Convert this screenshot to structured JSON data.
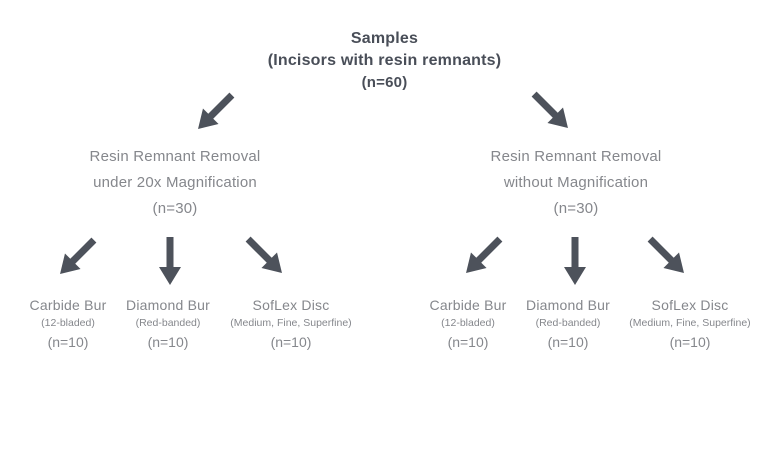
{
  "colors": {
    "heading": "#494e58",
    "body_text": "#85878c",
    "arrow": "#4d525b",
    "background": "#ffffff"
  },
  "flowchart": {
    "root": {
      "title": "Samples",
      "subtitle": "(Incisors with resin remnants)",
      "count": "(n=60)"
    },
    "branches": [
      {
        "title_line1": "Resin Remnant Removal",
        "title_line2": "under 20x Magnification",
        "count": "(n=30)",
        "children": [
          {
            "name": "Carbide Bur",
            "detail": "(12-bladed)",
            "count": "(n=10)"
          },
          {
            "name": "Diamond Bur",
            "detail": "(Red-banded)",
            "count": "(n=10)"
          },
          {
            "name": "SofLex Disc",
            "detail": "(Medium, Fine, Superfine)",
            "count": "(n=10)"
          }
        ]
      },
      {
        "title_line1": "Resin Remnant Removal",
        "title_line2": "without Magnification",
        "count": "(n=30)",
        "children": [
          {
            "name": "Carbide Bur",
            "detail": "(12-bladed)",
            "count": "(n=10)"
          },
          {
            "name": "Diamond Bur",
            "detail": "(Red-banded)",
            "count": "(n=10)"
          },
          {
            "name": "SofLex Disc",
            "detail": "(Medium, Fine, Superfine)",
            "count": "(n=10)"
          }
        ]
      }
    ]
  }
}
